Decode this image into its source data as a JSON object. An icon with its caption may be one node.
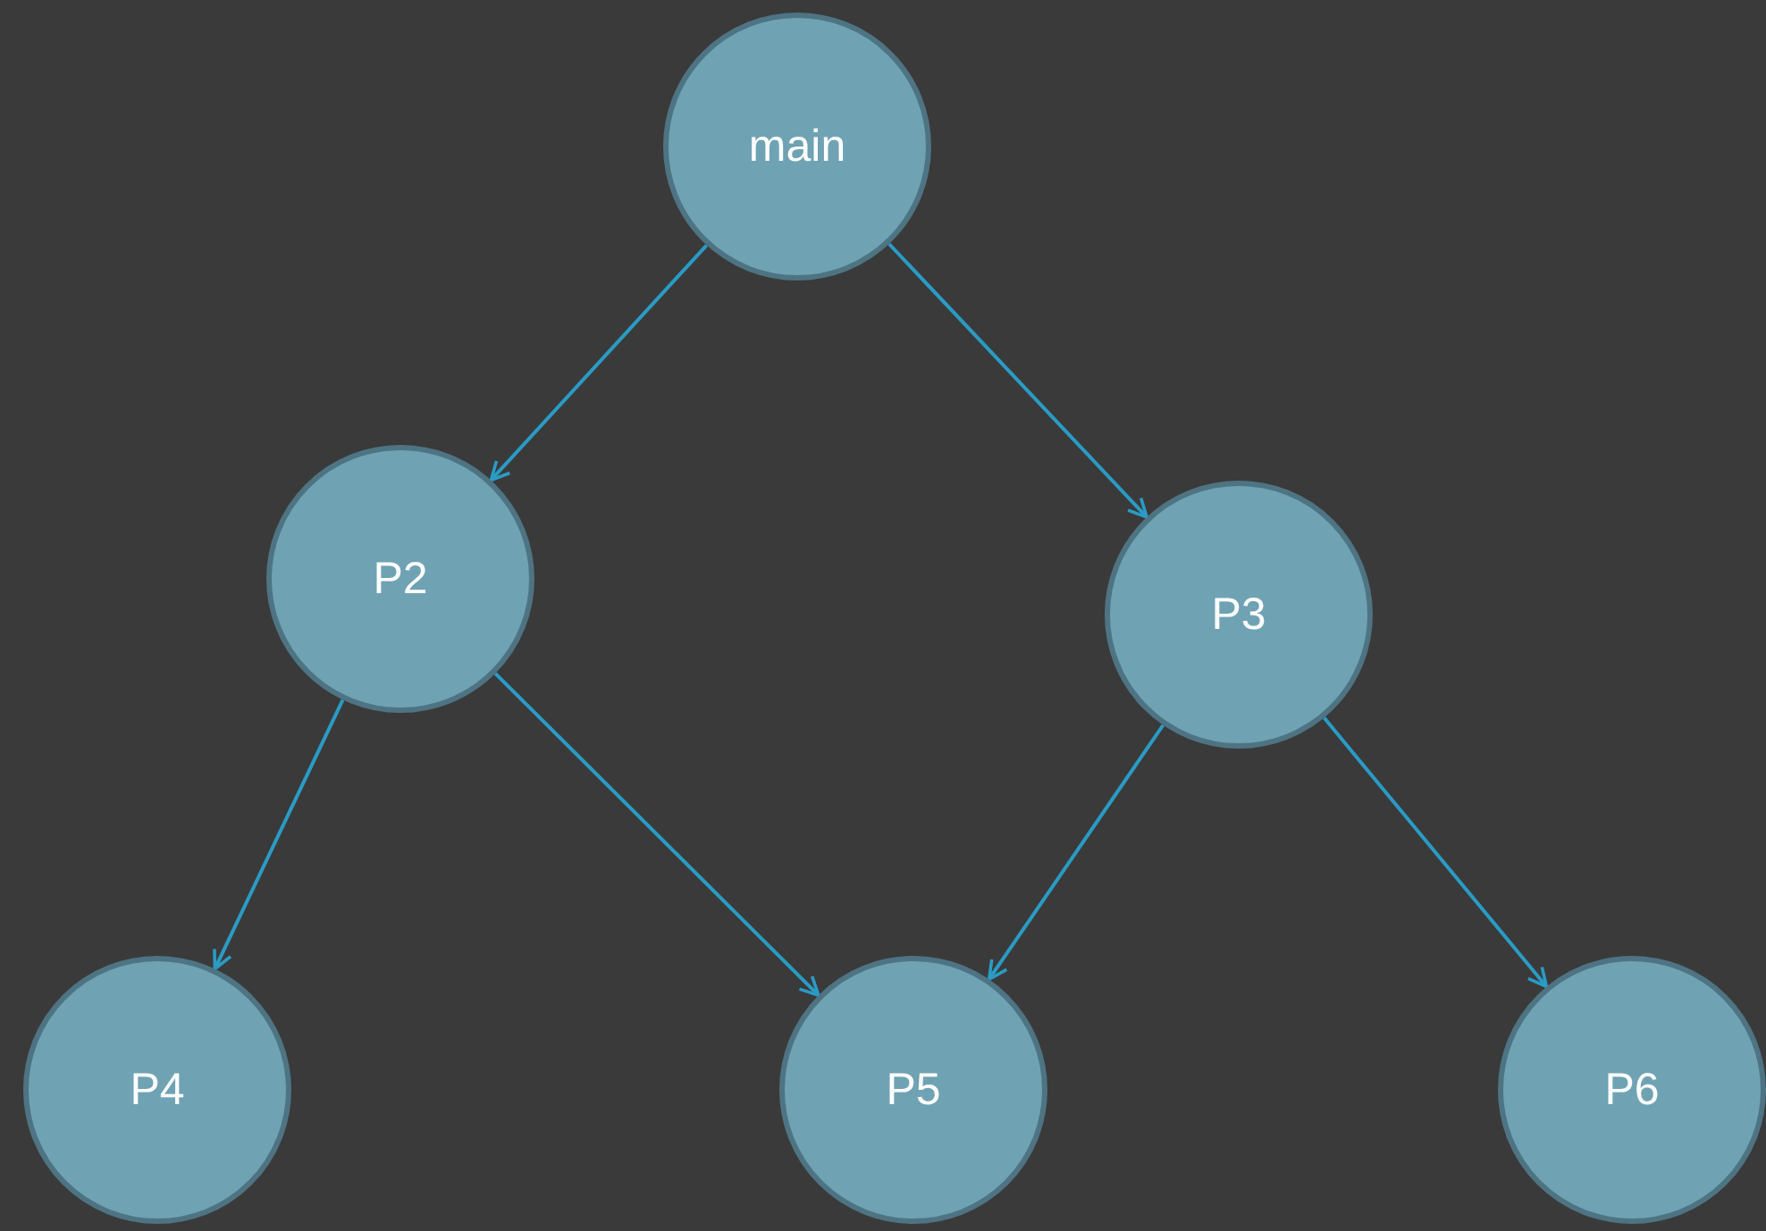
{
  "diagram": {
    "nodes": [
      {
        "text": [
          "main"
        ]
      },
      {
        "text": [
          "P2"
        ]
      },
      {
        "text": [
          "P3"
        ]
      },
      {
        "text": [
          "P4"
        ]
      },
      {
        "text": [
          "P5"
        ]
      },
      {
        "text": [
          "P6"
        ]
      }
    ],
    "edges": [
      {
        "from": 0,
        "to": 1,
        "arrow": "to"
      },
      {
        "from": 0,
        "to": 2,
        "arrow": "to"
      },
      {
        "from": 1,
        "to": 3,
        "arrow": "to"
      },
      {
        "from": 1,
        "to": 4,
        "arrow": "to"
      },
      {
        "from": 2,
        "to": 4,
        "arrow": "to"
      },
      {
        "from": 2,
        "to": 5,
        "arrow": "to"
      }
    ]
  }
}
